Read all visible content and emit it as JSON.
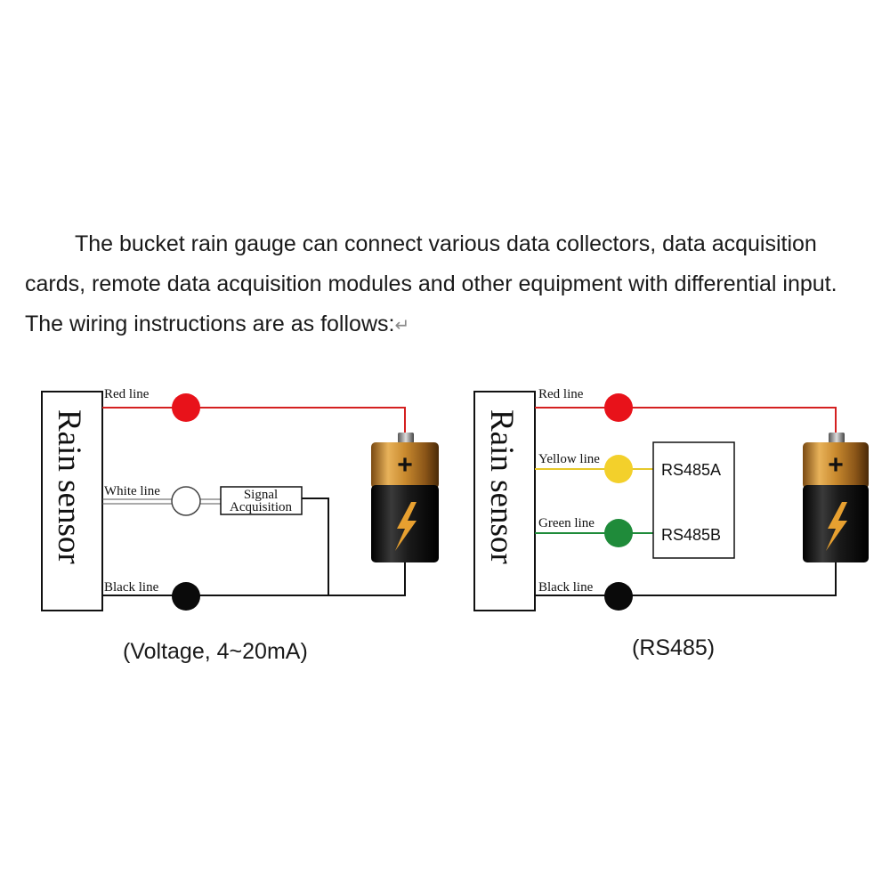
{
  "intro": {
    "text": "The bucket rain gauge can connect various data collectors, data acquisition cards, remote data acquisition modules and other equipment with differential input. The wiring instructions are as follows:",
    "return_mark": "↵"
  },
  "left_diagram": {
    "sensor_label": "Rain sensor",
    "red_line_label": "Red line",
    "white_line_label": "White line",
    "black_line_label": "Black line",
    "signal_box_line1": "Signal",
    "signal_box_line2": "Acquisition",
    "caption": "(Voltage, 4~20mA)",
    "battery_symbol": "+"
  },
  "right_diagram": {
    "sensor_label": "Rain sensor",
    "red_line_label": "Red line",
    "yellow_line_label": "Yellow line",
    "green_line_label": "Green line",
    "black_line_label": "Black line",
    "rs485a_label": "RS485A",
    "rs485b_label": "RS485B",
    "caption": "(RS485)",
    "battery_symbol": "+"
  },
  "colors": {
    "red_wire": "#d42020",
    "red_dot": "#e8121a",
    "yellow_dot": "#f3d02b",
    "yellow_wire": "#e6c82a",
    "green_dot": "#1f8b3a",
    "black_dot": "#0a0a0a",
    "battery_gold": "#c98a2e",
    "battery_body": "#141414",
    "bolt": "#e7a030"
  }
}
